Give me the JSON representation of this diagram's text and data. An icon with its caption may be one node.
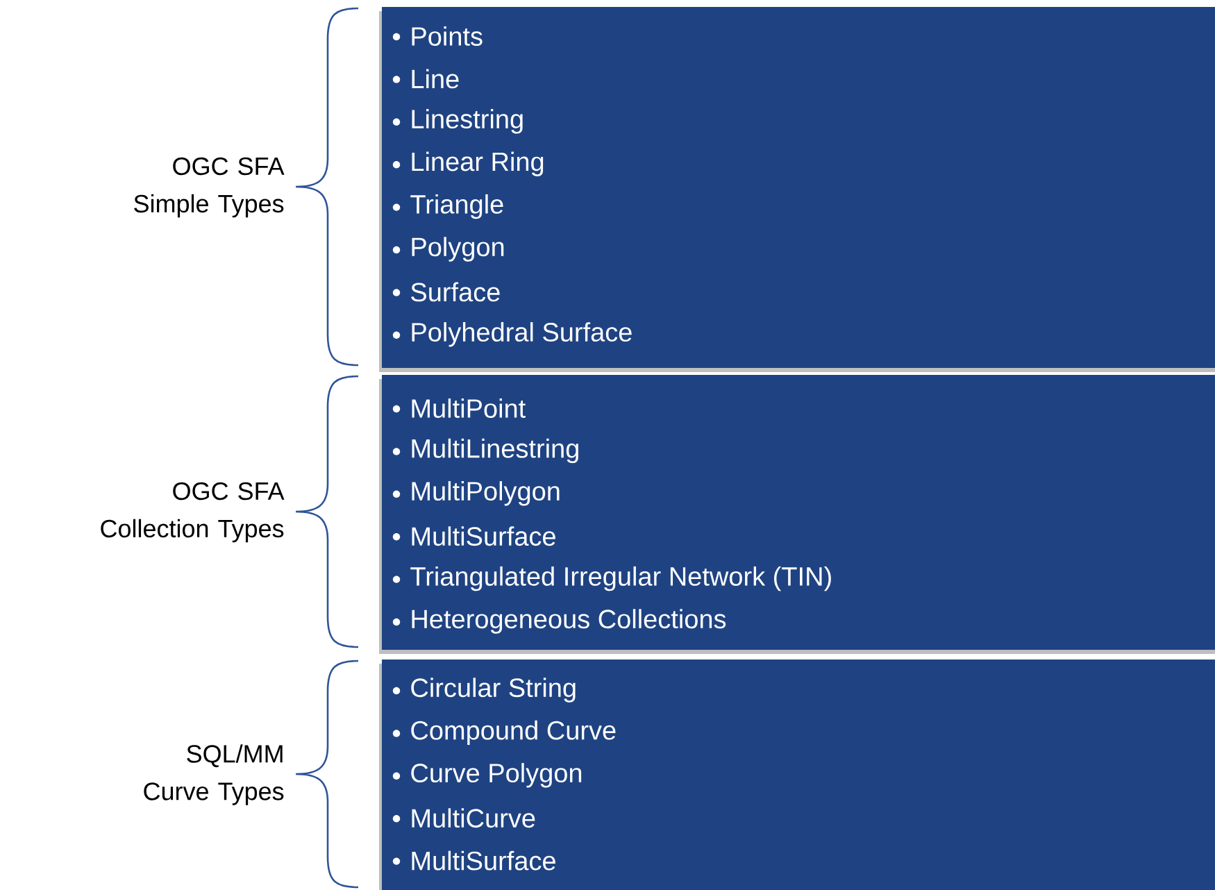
{
  "diagram": {
    "nodes": [
      {
        "text": [
          "Points",
          "Line",
          "Linestring",
          "Linear Ring",
          "Triangle",
          "Polygon",
          "Surface",
          "Polyhedral Surface"
        ],
        "beside": [
          "OGC SFA Simple Types"
        ]
      },
      {
        "text": [
          "MultiPoint",
          "MultiLinestring",
          "MultiPolygon",
          "MultiSurface",
          "Triangulated Irregular Network (TIN)",
          "Heterogeneous Collections"
        ],
        "beside": [
          "OGC SFA Collection Types"
        ]
      },
      {
        "text": [
          "Circular String",
          "Compound Curve",
          "Curve Polygon",
          "MultiCurve",
          "MultiSurface"
        ],
        "beside": [
          "SQL/MM Curve Types"
        ]
      }
    ]
  }
}
